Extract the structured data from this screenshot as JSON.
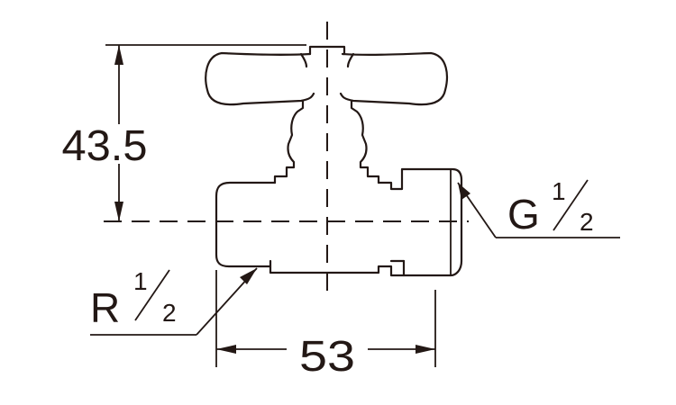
{
  "dimensions": {
    "height": "43.5",
    "width": "53"
  },
  "threads": {
    "outlet": {
      "letter": "G",
      "num": "1",
      "den": "2"
    },
    "inlet": {
      "letter": "R",
      "num": "1",
      "den": "2"
    }
  }
}
